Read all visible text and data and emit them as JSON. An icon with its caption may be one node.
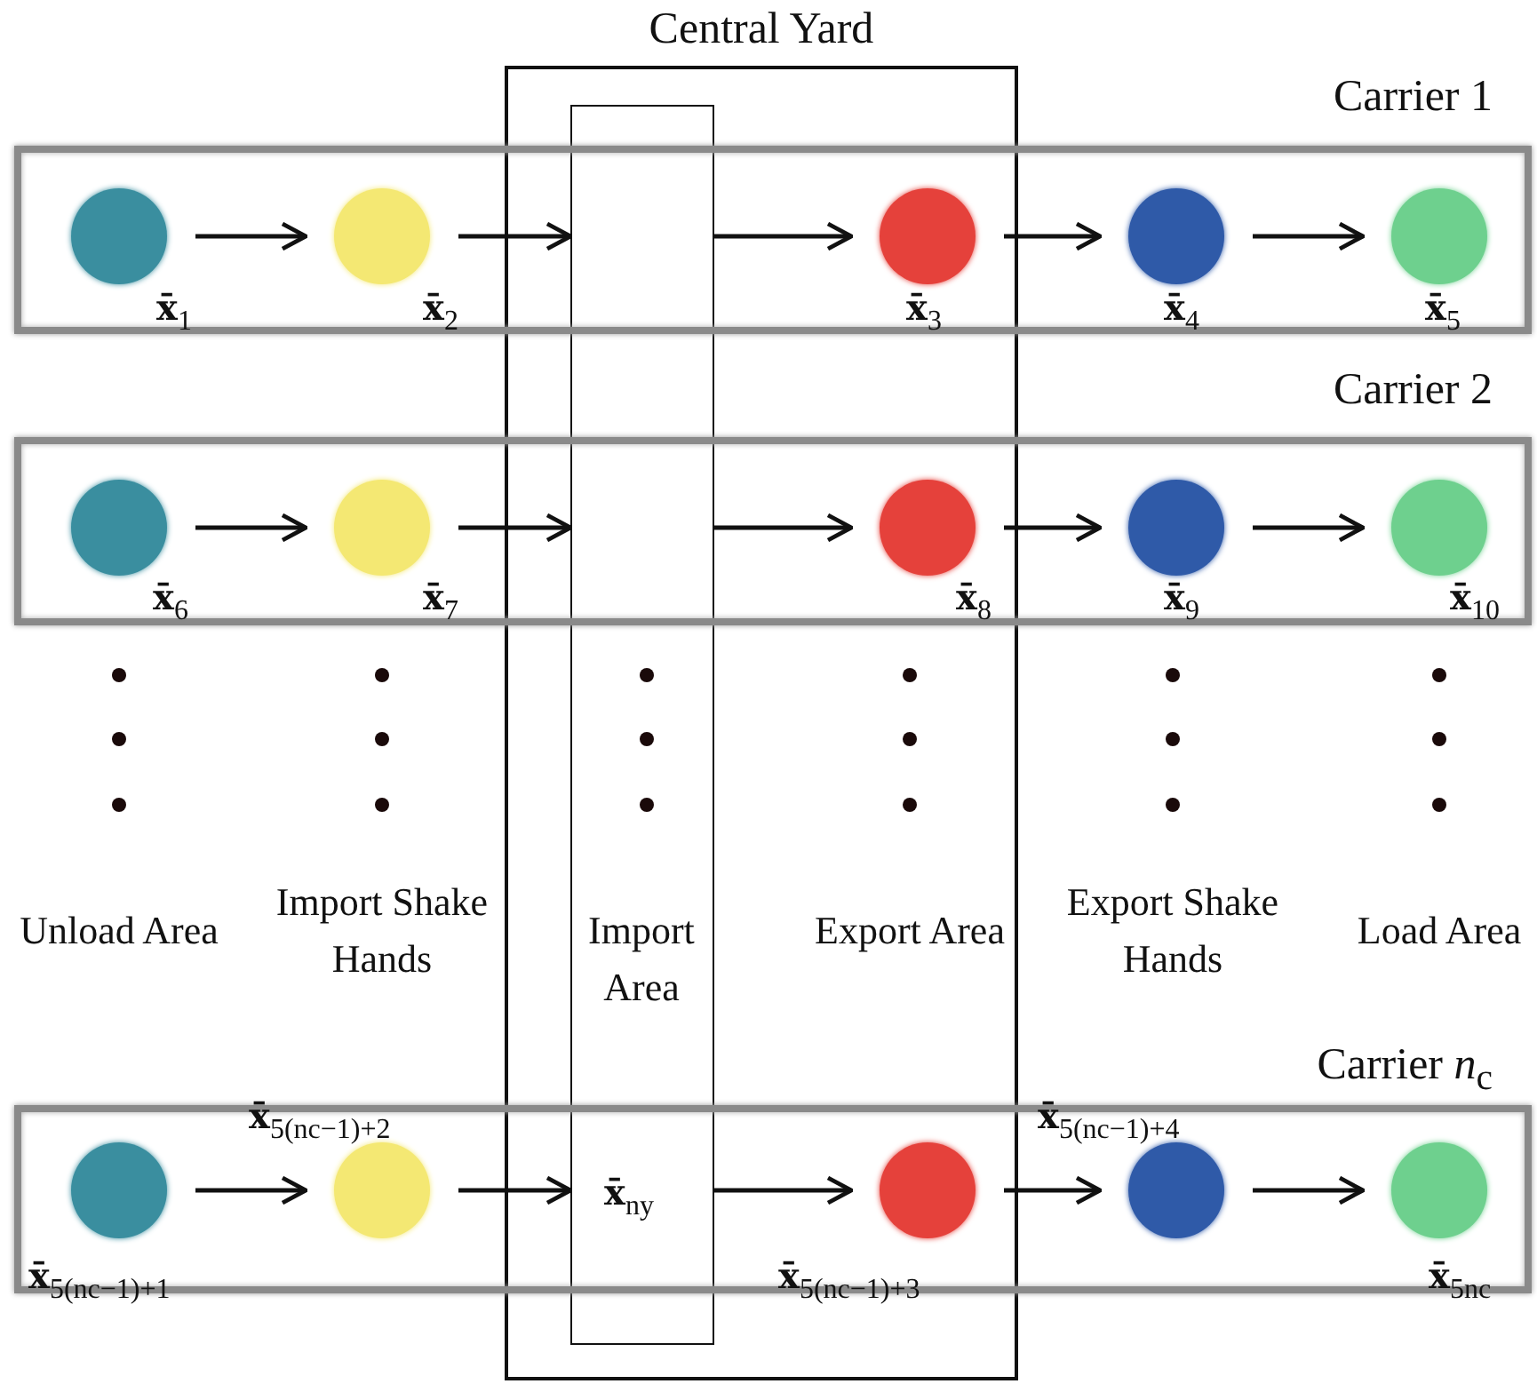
{
  "diagram": {
    "nodes": [
      {
        "text": [
          "Central Yard"
        ]
      },
      {
        "text": [
          "Import Area"
        ],
        "in": 0
      },
      {
        "text": [
          "Carrier 1"
        ]
      },
      {
        "text": [],
        "shape": "circle",
        "in": 2,
        "beside": [
          "**x̄**$_{1}$"
        ]
      },
      {
        "text": [],
        "shape": "circle",
        "in": 2,
        "beside": [
          "**x̄**$_{2}$"
        ]
      },
      {
        "text": [],
        "shape": "circle",
        "beside": [
          "**x̄**$_{3}$"
        ]
      },
      {
        "text": [],
        "shape": "circle",
        "in": 2,
        "beside": [
          "**x̄**$_{4}$"
        ]
      },
      {
        "text": [],
        "shape": "circle",
        "in": 2,
        "beside": [
          "**x̄**$_{5}$"
        ]
      },
      {
        "text": [
          "Carrier 2"
        ]
      },
      {
        "text": [],
        "shape": "circle",
        "in": 8,
        "beside": [
          "**x̄**$_{6}$"
        ]
      },
      {
        "text": [],
        "shape": "circle",
        "in": 8,
        "beside": [
          "**x̄**$_{7}$"
        ]
      },
      {
        "text": [],
        "shape": "circle",
        "beside": [
          "**x̄**$_{8}$"
        ]
      },
      {
        "text": [],
        "shape": "circle",
        "in": 8,
        "beside": [
          "**x̄**$_{9}$"
        ]
      },
      {
        "text": [],
        "shape": "circle",
        "in": 8,
        "beside": [
          "**x̄**$_{10}$"
        ]
      },
      {
        "text": [
          "Carrier *n*$_{c}$"
        ]
      },
      {
        "text": [],
        "shape": "circle",
        "in": 14,
        "beside": [
          "**x̄**$_{5(nc−1)+1}$"
        ]
      },
      {
        "text": [],
        "shape": "circle",
        "in": 14,
        "beside": [
          "**x̄**$_{5(nc−1)+2}$"
        ]
      },
      {
        "text": [],
        "shape": "circle",
        "beside": [
          "**x̄**$_{5(nc−1)+3}$"
        ]
      },
      {
        "text": [],
        "shape": "circle",
        "in": 14,
        "beside": [
          "**x̄**$_{5(nc−1)+4}$"
        ]
      },
      {
        "text": [],
        "shape": "circle",
        "in": 14,
        "beside": [
          "**x̄**$_{5nc}$"
        ]
      }
    ],
    "edges": [
      {
        "from": 3,
        "to": 4,
        "arrow": "to"
      },
      {
        "from": 4,
        "to": 1,
        "arrow": "to"
      },
      {
        "from": 1,
        "to": 5,
        "arrow": "to"
      },
      {
        "from": 5,
        "to": 6,
        "arrow": "to"
      },
      {
        "from": 6,
        "to": 7,
        "arrow": "to"
      },
      {
        "from": 9,
        "to": 10,
        "arrow": "to"
      },
      {
        "from": 10,
        "to": 1,
        "arrow": "to"
      },
      {
        "from": 1,
        "to": 11,
        "arrow": "to"
      },
      {
        "from": 11,
        "to": 12,
        "arrow": "to"
      },
      {
        "from": 12,
        "to": 13,
        "arrow": "to"
      },
      {
        "from": 15,
        "to": 16,
        "arrow": "to"
      },
      {
        "from": 16,
        "to": 1,
        "arrow": "to"
      },
      {
        "from": 1,
        "to": 17,
        "arrow": "to"
      },
      {
        "from": 17,
        "to": 18,
        "arrow": "to"
      },
      {
        "from": 18,
        "to": 19,
        "arrow": "to"
      }
    ],
    "labels": [
      "Unload Area",
      "Import Shake Hands",
      "Export Area",
      "Export Shake Hands",
      "Load Area",
      "**x̄**$_{ny}$"
    ]
  }
}
